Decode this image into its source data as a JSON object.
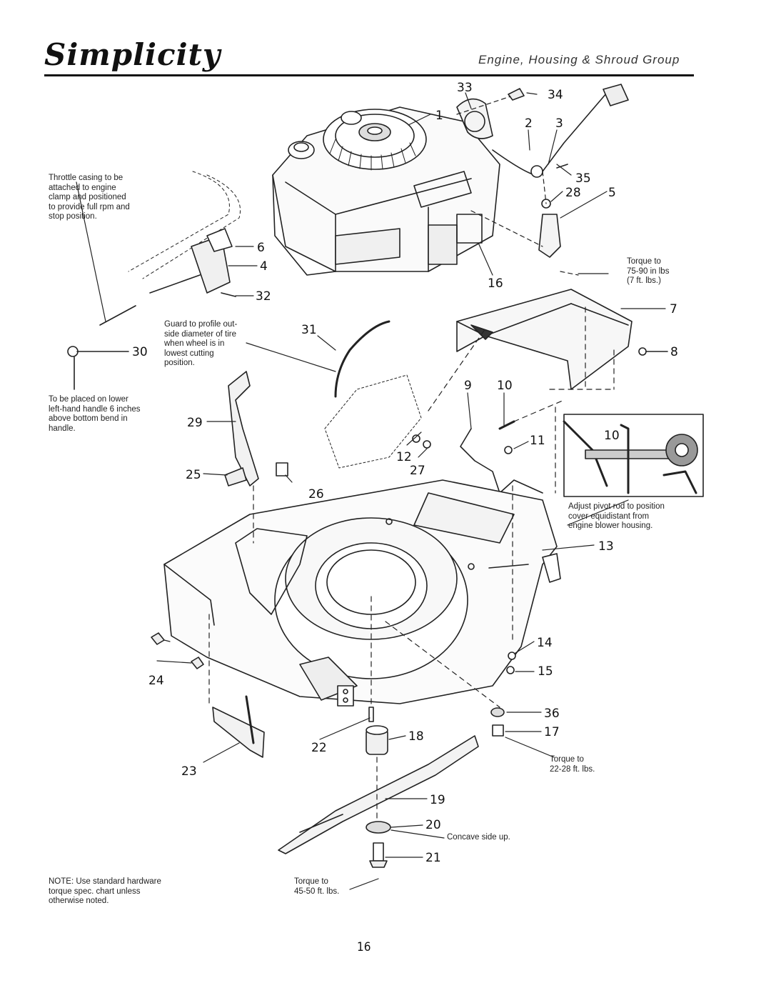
{
  "header": {
    "brand": "Simplicity",
    "section_title": "Engine, Housing & Shroud Group"
  },
  "notes": {
    "throttle": "Throttle casing to be\nattached to engine\nclamp and positioned\nto provide full rpm and\nstop position.",
    "guard": "Guard to profile out-\nside diameter of tire\nwhen wheel is in\nlowest cutting\nposition.",
    "placement": "To be placed on lower\nleft-hand handle 6 inches\nabove bottom bend in\nhandle.",
    "torque_75": "Torque to\n75-90 in lbs\n(7 ft. lbs.)",
    "adjust": "Adjust pivot rod to position\ncover equidistant from\nengine blower housing.",
    "torque_22": "Torque to\n22-28 ft. lbs.",
    "concave": "Concave side up.",
    "torque_45": "Torque to\n45-50 ft. lbs.",
    "hardware": "NOTE: Use standard hardware\ntorque spec. chart unless\notherwise noted."
  },
  "callouts": [
    "33",
    "34",
    "1",
    "2",
    "3",
    "35",
    "28",
    "5",
    "6",
    "4",
    "32",
    "16",
    "7",
    "31",
    "8",
    "30",
    "9",
    "10",
    "29",
    "11",
    "12",
    "27",
    "25",
    "26",
    "13",
    "14",
    "15",
    "24",
    "36",
    "17",
    "22",
    "18",
    "23",
    "19",
    "20",
    "21",
    "10"
  ],
  "page_number": "16"
}
